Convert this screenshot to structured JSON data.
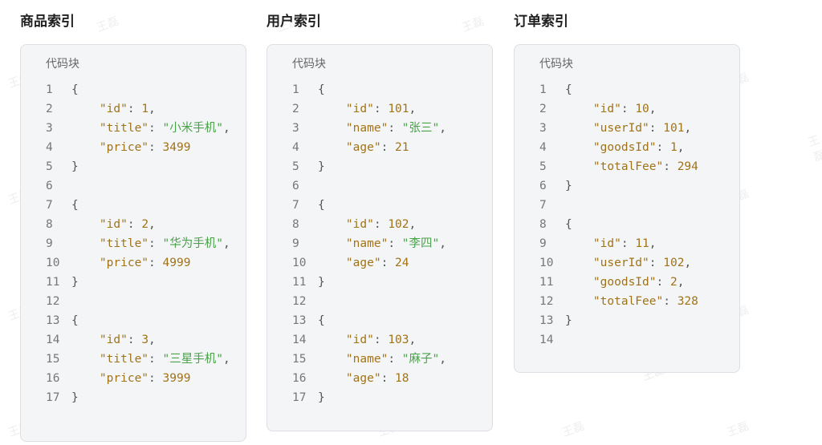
{
  "watermark": "王磊",
  "block_label": "代码块",
  "colors": {
    "key": "#a07318",
    "string": "#4aa24a",
    "punct": "#555555"
  },
  "panels": [
    {
      "title": "商品索引",
      "lines": [
        [
          [
            "{",
            "p"
          ]
        ],
        [
          [
            "    ",
            ""
          ],
          [
            "\"id\"",
            "k"
          ],
          [
            ": ",
            "p"
          ],
          [
            "1",
            "n"
          ],
          [
            ",",
            "p"
          ]
        ],
        [
          [
            "    ",
            ""
          ],
          [
            "\"title\"",
            "k"
          ],
          [
            ": ",
            "p"
          ],
          [
            "\"小米手机\"",
            "s"
          ],
          [
            ",",
            "p"
          ]
        ],
        [
          [
            "    ",
            ""
          ],
          [
            "\"price\"",
            "k"
          ],
          [
            ": ",
            "p"
          ],
          [
            "3499",
            "n"
          ]
        ],
        [
          [
            "}",
            "p"
          ]
        ],
        [],
        [
          [
            "{",
            "p"
          ]
        ],
        [
          [
            "    ",
            ""
          ],
          [
            "\"id\"",
            "k"
          ],
          [
            ": ",
            "p"
          ],
          [
            "2",
            "n"
          ],
          [
            ",",
            "p"
          ]
        ],
        [
          [
            "    ",
            ""
          ],
          [
            "\"title\"",
            "k"
          ],
          [
            ": ",
            "p"
          ],
          [
            "\"华为手机\"",
            "s"
          ],
          [
            ",",
            "p"
          ]
        ],
        [
          [
            "    ",
            ""
          ],
          [
            "\"price\"",
            "k"
          ],
          [
            ": ",
            "p"
          ],
          [
            "4999",
            "n"
          ]
        ],
        [
          [
            "}",
            "p"
          ]
        ],
        [],
        [
          [
            "{",
            "p"
          ]
        ],
        [
          [
            "    ",
            ""
          ],
          [
            "\"id\"",
            "k"
          ],
          [
            ": ",
            "p"
          ],
          [
            "3",
            "n"
          ],
          [
            ",",
            "p"
          ]
        ],
        [
          [
            "    ",
            ""
          ],
          [
            "\"title\"",
            "k"
          ],
          [
            ": ",
            "p"
          ],
          [
            "\"三星手机\"",
            "s"
          ],
          [
            ",",
            "p"
          ]
        ],
        [
          [
            "    ",
            ""
          ],
          [
            "\"price\"",
            "k"
          ],
          [
            ": ",
            "p"
          ],
          [
            "3999",
            "n"
          ]
        ],
        [
          [
            "}",
            "p"
          ]
        ]
      ]
    },
    {
      "title": "用户索引",
      "lines": [
        [
          [
            "{",
            "p"
          ]
        ],
        [
          [
            "    ",
            ""
          ],
          [
            "\"id\"",
            "k"
          ],
          [
            ": ",
            "p"
          ],
          [
            "101",
            "n"
          ],
          [
            ",",
            "p"
          ]
        ],
        [
          [
            "    ",
            ""
          ],
          [
            "\"name\"",
            "k"
          ],
          [
            ": ",
            "p"
          ],
          [
            "\"张三\"",
            "s"
          ],
          [
            ",",
            "p"
          ]
        ],
        [
          [
            "    ",
            ""
          ],
          [
            "\"age\"",
            "k"
          ],
          [
            ": ",
            "p"
          ],
          [
            "21",
            "n"
          ]
        ],
        [
          [
            "}",
            "p"
          ]
        ],
        [],
        [
          [
            "{",
            "p"
          ]
        ],
        [
          [
            "    ",
            ""
          ],
          [
            "\"id\"",
            "k"
          ],
          [
            ": ",
            "p"
          ],
          [
            "102",
            "n"
          ],
          [
            ",",
            "p"
          ]
        ],
        [
          [
            "    ",
            ""
          ],
          [
            "\"name\"",
            "k"
          ],
          [
            ": ",
            "p"
          ],
          [
            "\"李四\"",
            "s"
          ],
          [
            ",",
            "p"
          ]
        ],
        [
          [
            "    ",
            ""
          ],
          [
            "\"age\"",
            "k"
          ],
          [
            ": ",
            "p"
          ],
          [
            "24",
            "n"
          ]
        ],
        [
          [
            "}",
            "p"
          ]
        ],
        [],
        [
          [
            "{",
            "p"
          ]
        ],
        [
          [
            "    ",
            ""
          ],
          [
            "\"id\"",
            "k"
          ],
          [
            ": ",
            "p"
          ],
          [
            "103",
            "n"
          ],
          [
            ",",
            "p"
          ]
        ],
        [
          [
            "    ",
            ""
          ],
          [
            "\"name\"",
            "k"
          ],
          [
            ": ",
            "p"
          ],
          [
            "\"麻子\"",
            "s"
          ],
          [
            ",",
            "p"
          ]
        ],
        [
          [
            "    ",
            ""
          ],
          [
            "\"age\"",
            "k"
          ],
          [
            ": ",
            "p"
          ],
          [
            "18",
            "n"
          ]
        ],
        [
          [
            "}",
            "p"
          ]
        ]
      ]
    },
    {
      "title": "订单索引",
      "lines": [
        [
          [
            "{",
            "p"
          ]
        ],
        [
          [
            "    ",
            ""
          ],
          [
            "\"id\"",
            "k"
          ],
          [
            ": ",
            "p"
          ],
          [
            "10",
            "n"
          ],
          [
            ",",
            "p"
          ]
        ],
        [
          [
            "    ",
            ""
          ],
          [
            "\"userId\"",
            "k"
          ],
          [
            ": ",
            "p"
          ],
          [
            "101",
            "n"
          ],
          [
            ",",
            "p"
          ]
        ],
        [
          [
            "    ",
            ""
          ],
          [
            "\"goodsId\"",
            "k"
          ],
          [
            ": ",
            "p"
          ],
          [
            "1",
            "n"
          ],
          [
            ",",
            "p"
          ]
        ],
        [
          [
            "    ",
            ""
          ],
          [
            "\"totalFee\"",
            "k"
          ],
          [
            ": ",
            "p"
          ],
          [
            "294",
            "n"
          ]
        ],
        [
          [
            "}",
            "p"
          ]
        ],
        [],
        [
          [
            "{",
            "p"
          ]
        ],
        [
          [
            "    ",
            ""
          ],
          [
            "\"id\"",
            "k"
          ],
          [
            ": ",
            "p"
          ],
          [
            "11",
            "n"
          ],
          [
            ",",
            "p"
          ]
        ],
        [
          [
            "    ",
            ""
          ],
          [
            "\"userId\"",
            "k"
          ],
          [
            ": ",
            "p"
          ],
          [
            "102",
            "n"
          ],
          [
            ",",
            "p"
          ]
        ],
        [
          [
            "    ",
            ""
          ],
          [
            "\"goodsId\"",
            "k"
          ],
          [
            ": ",
            "p"
          ],
          [
            "2",
            "n"
          ],
          [
            ",",
            "p"
          ]
        ],
        [
          [
            "    ",
            ""
          ],
          [
            "\"totalFee\"",
            "k"
          ],
          [
            ": ",
            "p"
          ],
          [
            "328",
            "n"
          ]
        ],
        [
          [
            "}",
            "p"
          ]
        ],
        []
      ]
    }
  ]
}
